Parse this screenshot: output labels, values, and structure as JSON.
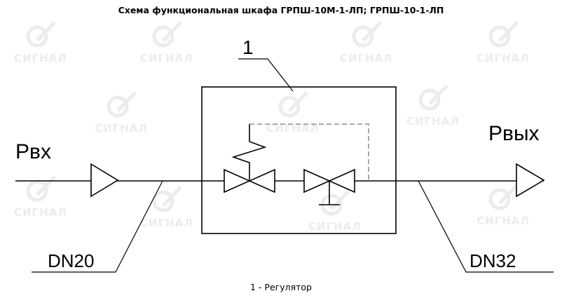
{
  "title": "Схема функциональная шкафа ГРПШ-10М-1-ЛП; ГРПШ-10-1-ЛП",
  "labels": {
    "inlet_pressure": "Рвх",
    "outlet_pressure": "Рвых",
    "inlet_pipe": "DN20",
    "outlet_pipe": "DN32",
    "position_1": "1"
  },
  "caption": "1 - Регулятор",
  "watermark": "СИГНАЛ"
}
